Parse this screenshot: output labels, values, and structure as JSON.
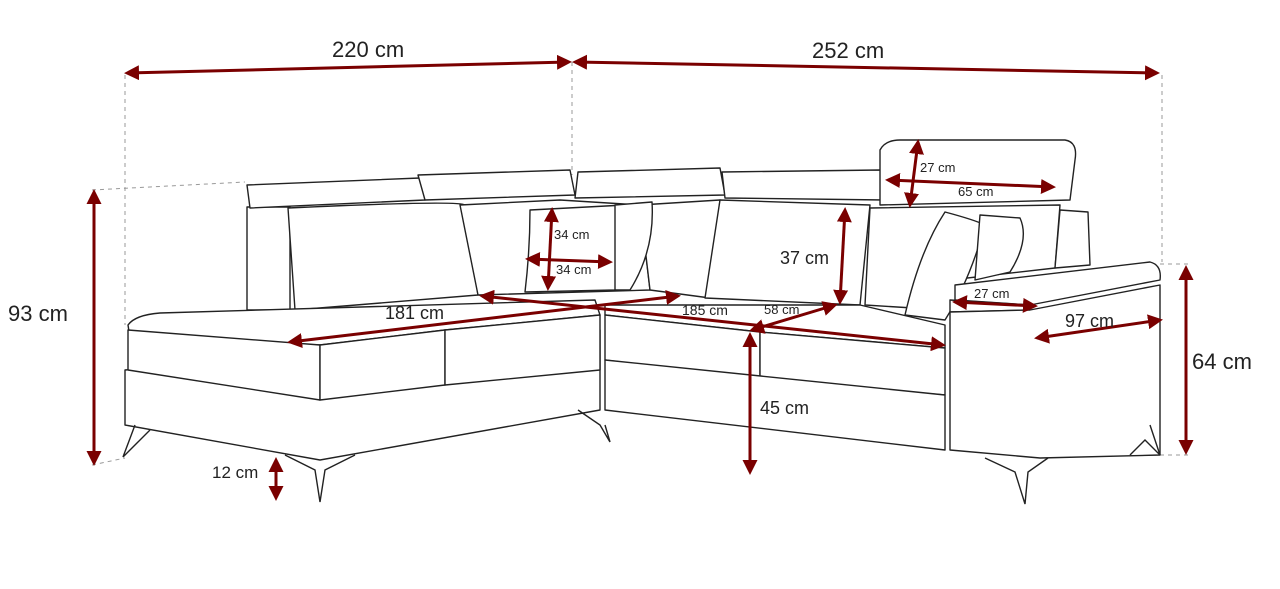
{
  "accent_color": "#7a0000",
  "dimensions": {
    "width_left": "220 cm",
    "width_right": "252 cm",
    "height_total": "93 cm",
    "height_arm": "64 cm",
    "headrest_height": "27 cm",
    "headrest_width": "65 cm",
    "pillow_height": "34 cm",
    "pillow_width": "34 cm",
    "back_height": "37 cm",
    "chaise_length": "181 cm",
    "seat_width": "185 cm",
    "seat_depth": "58 cm",
    "arm_width": "27 cm",
    "arm_length": "97 cm",
    "seat_height": "45 cm",
    "leg_height": "12 cm"
  }
}
